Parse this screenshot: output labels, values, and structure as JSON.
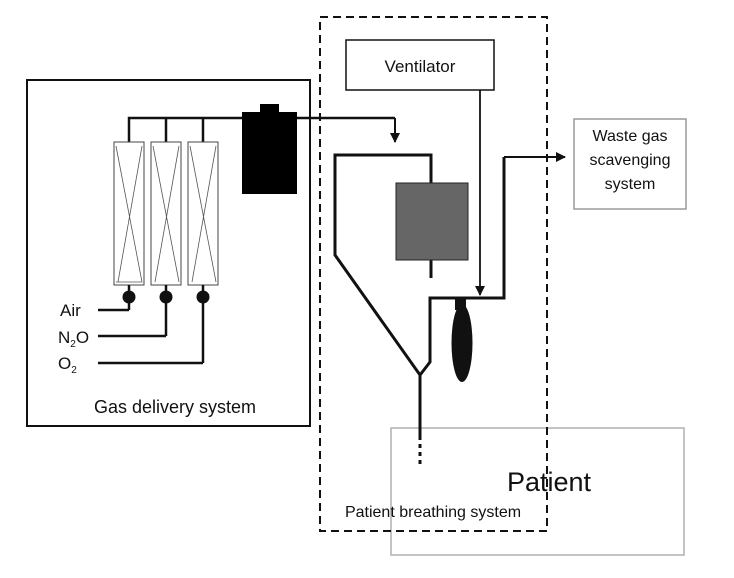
{
  "labels": {
    "ventilator": "Ventilator",
    "waste_line1": "Waste gas",
    "waste_line2": "scavenging",
    "waste_line3": "system",
    "air": "Air",
    "n2o_main": "N",
    "n2o_sub": "2",
    "n2o_end": "O",
    "o2_main": "O",
    "o2_sub": "2",
    "gas_delivery": "Gas delivery system",
    "patient": "Patient",
    "breathing": "Patient breathing system"
  },
  "colors": {
    "line": "#111111",
    "box_border": "#9a9a9a",
    "absorber": "#666666",
    "vaporizer": "#000000"
  }
}
